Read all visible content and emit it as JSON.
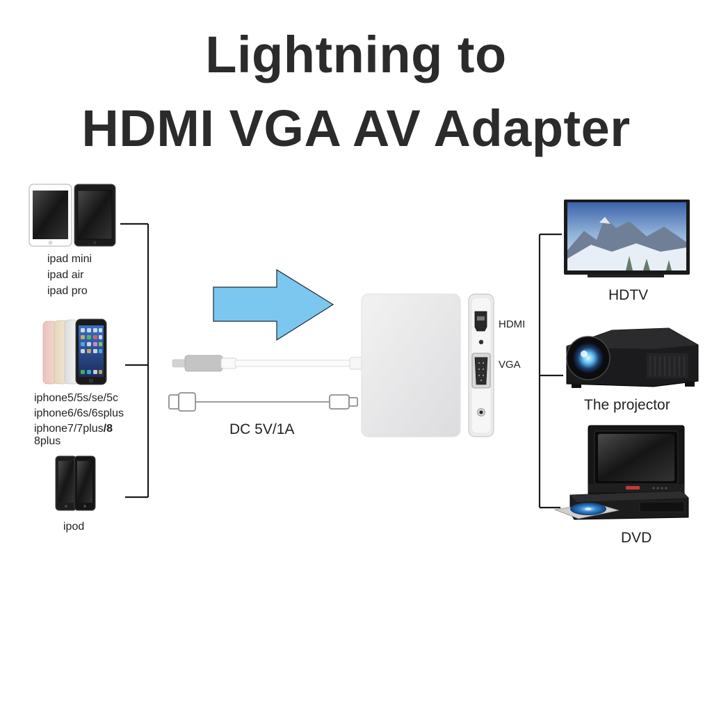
{
  "title": {
    "line1": "Lightning to",
    "line2": "HDMI VGA AV Adapter"
  },
  "left_devices": {
    "ipad_lines": [
      "ipad mini",
      "ipad air",
      "ipad pro"
    ],
    "iphone_lines": [
      "iphone5/5s/se/5c",
      "iphone6/6s/6splus",
      "iphone7/7plus"
    ],
    "iphone_bold_suffix": "/8",
    "iphone_last": "8plus",
    "ipod": "ipod"
  },
  "adapter": {
    "port_hdmi": "HDMI",
    "port_vga": "VGA",
    "dc_label": "DC 5V/1A"
  },
  "right_devices": {
    "hdtv": "HDTV",
    "projector": "The projector",
    "dvd": "DVD"
  },
  "colors": {
    "arrow": "#7cc7ef",
    "bracket": "#1a1a1a",
    "adapter_body": "#e4e4e6"
  }
}
